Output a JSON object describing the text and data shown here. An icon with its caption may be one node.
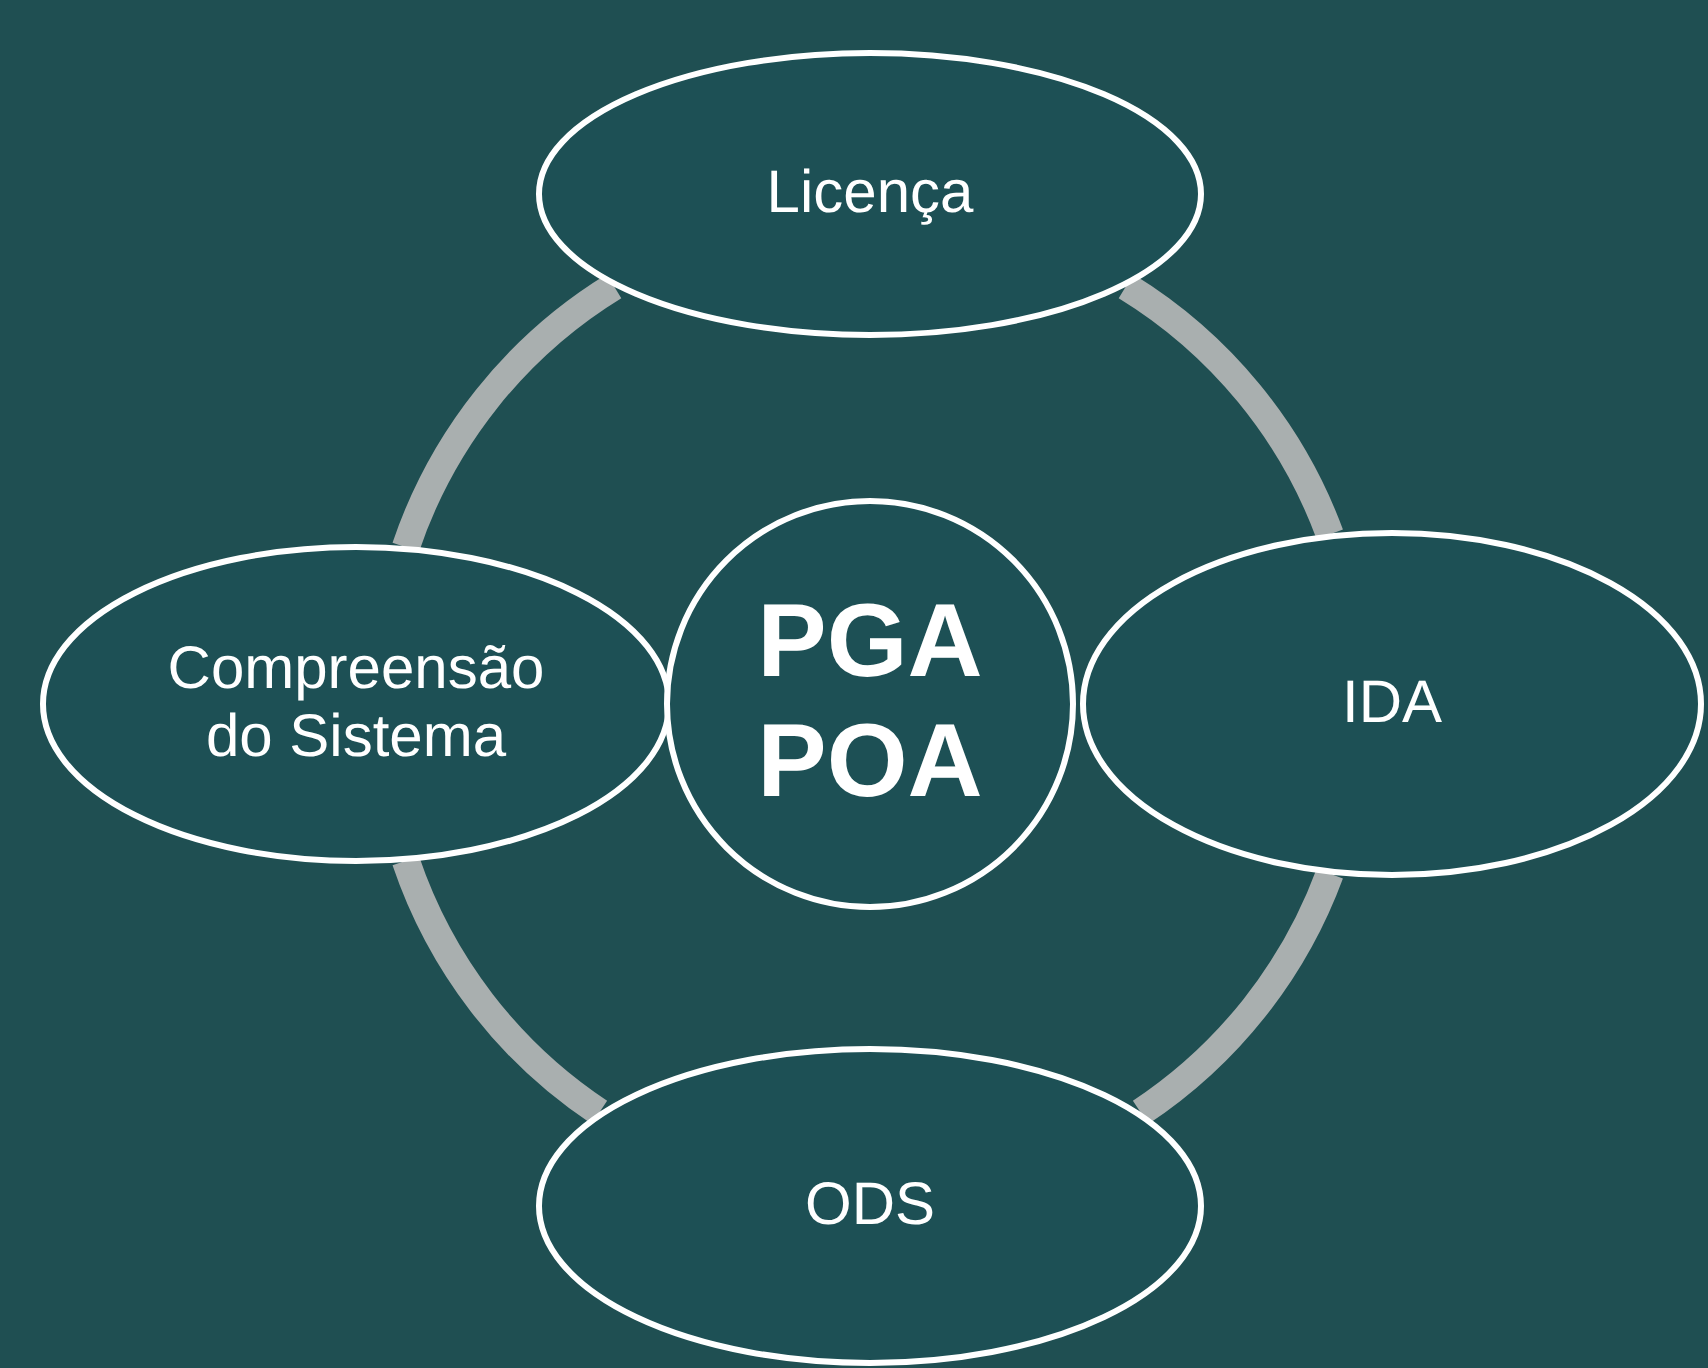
{
  "diagram": {
    "nodes": [
      {
        "text": [
          "Licença"
        ]
      },
      {
        "text": [
          "Compreensão do Sistema"
        ]
      },
      {
        "text": [
          "PGA POA"
        ]
      },
      {
        "text": [
          "IDA"
        ]
      },
      {
        "text": [
          "ODS"
        ]
      }
    ],
    "edges": [
      {
        "from": 0,
        "to": 3,
        "arrow": "none"
      },
      {
        "from": 3,
        "to": 4,
        "arrow": "none"
      },
      {
        "from": 4,
        "to": 1,
        "arrow": "none"
      },
      {
        "from": 1,
        "to": 0,
        "arrow": "none"
      }
    ]
  }
}
